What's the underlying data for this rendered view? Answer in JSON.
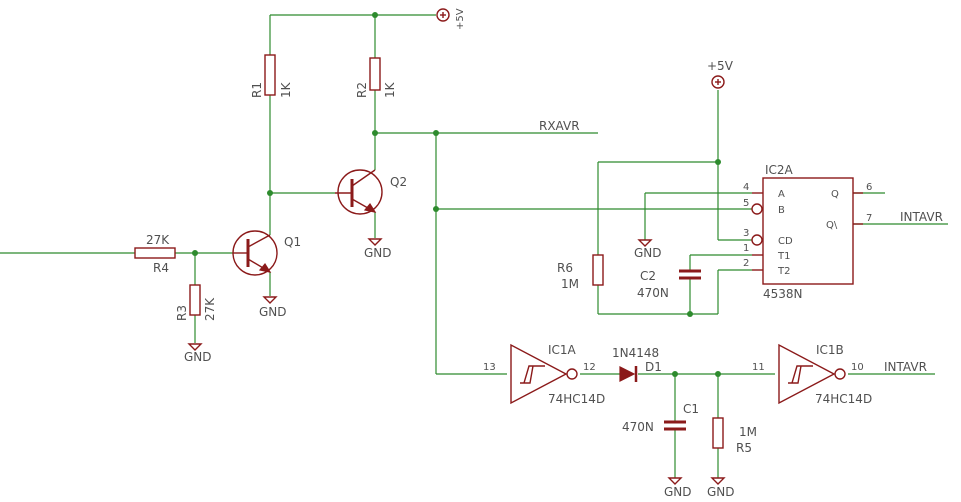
{
  "supply": {
    "top": "+5V",
    "ic2": "+5V"
  },
  "gnd": "GND",
  "resistors": {
    "r1": {
      "name": "R1",
      "value": "1K"
    },
    "r2": {
      "name": "R2",
      "value": "1K"
    },
    "r3": {
      "name": "R3",
      "value": "27K"
    },
    "r4": {
      "name": "R4",
      "value": "27K"
    },
    "r5": {
      "name": "R5",
      "value": "1M"
    },
    "r6": {
      "name": "R6",
      "value": "1M"
    }
  },
  "transistors": {
    "q1": "Q1",
    "q2": "Q2"
  },
  "capacitors": {
    "c1": {
      "name": "C1",
      "value": "470N"
    },
    "c2": {
      "name": "C2",
      "value": "470N"
    }
  },
  "diode": {
    "name": "D1",
    "value": "1N4148"
  },
  "ic1a": {
    "name": "IC1A",
    "part": "74HC14D",
    "pin_in": "13",
    "pin_out": "12"
  },
  "ic1b": {
    "name": "IC1B",
    "part": "74HC14D",
    "pin_in": "11",
    "pin_out": "10"
  },
  "ic2a": {
    "name": "IC2A",
    "part": "4538N",
    "pins": {
      "a": "4",
      "b": "5",
      "cd": "3",
      "t1": "1",
      "t2": "2",
      "q": "6",
      "qn": "7"
    },
    "labels": {
      "a": "A",
      "b": "B",
      "cd": "CD",
      "t1": "T1",
      "t2": "T2",
      "q": "Q",
      "qn": "Q\\"
    }
  },
  "nets": {
    "rxavr": "RXAVR",
    "intavr_top": "INTAVR",
    "intavr_bottom": "INTAVR"
  }
}
